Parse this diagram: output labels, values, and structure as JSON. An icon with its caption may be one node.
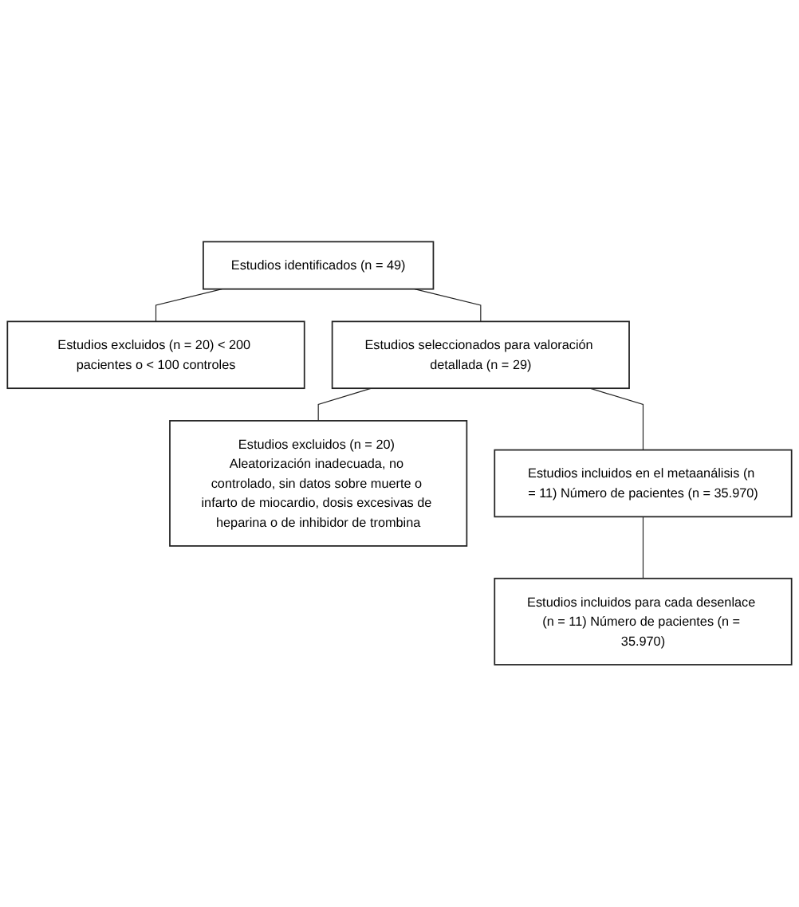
{
  "diagram": {
    "nodes": [
      {
        "text": [
          "Estudios identificados (n = 49)"
        ]
      },
      {
        "text": [
          "Estudios excluidos (n = 20) < 200 pacientes o < 100 controles"
        ]
      },
      {
        "text": [
          "Estudios seleccionados para valoración detallada (n = 29)"
        ]
      },
      {
        "text": [
          "Estudios excluidos (n = 20) Aleatorización inadecuada, no controlado, sin datos sobre muerte o infarto de miocardio, dosis excesivas de heparina o de inhibidor de trombina"
        ]
      },
      {
        "text": [
          "Estudios incluidos en el metaanálisis (n = 11) Número de pacientes (n = 35.970)"
        ]
      },
      {
        "text": [
          "Estudios incluidos para cada desenlace (n = 11) Número de pacientes (n = 35.970)"
        ]
      }
    ],
    "edges": [
      {
        "from": 0,
        "to": 1,
        "arrow": "none"
      },
      {
        "from": 0,
        "to": 2,
        "arrow": "none"
      },
      {
        "from": 2,
        "to": 3,
        "arrow": "none"
      },
      {
        "from": 2,
        "to": 4,
        "arrow": "none"
      },
      {
        "from": 4,
        "to": 5,
        "arrow": "none"
      }
    ]
  }
}
